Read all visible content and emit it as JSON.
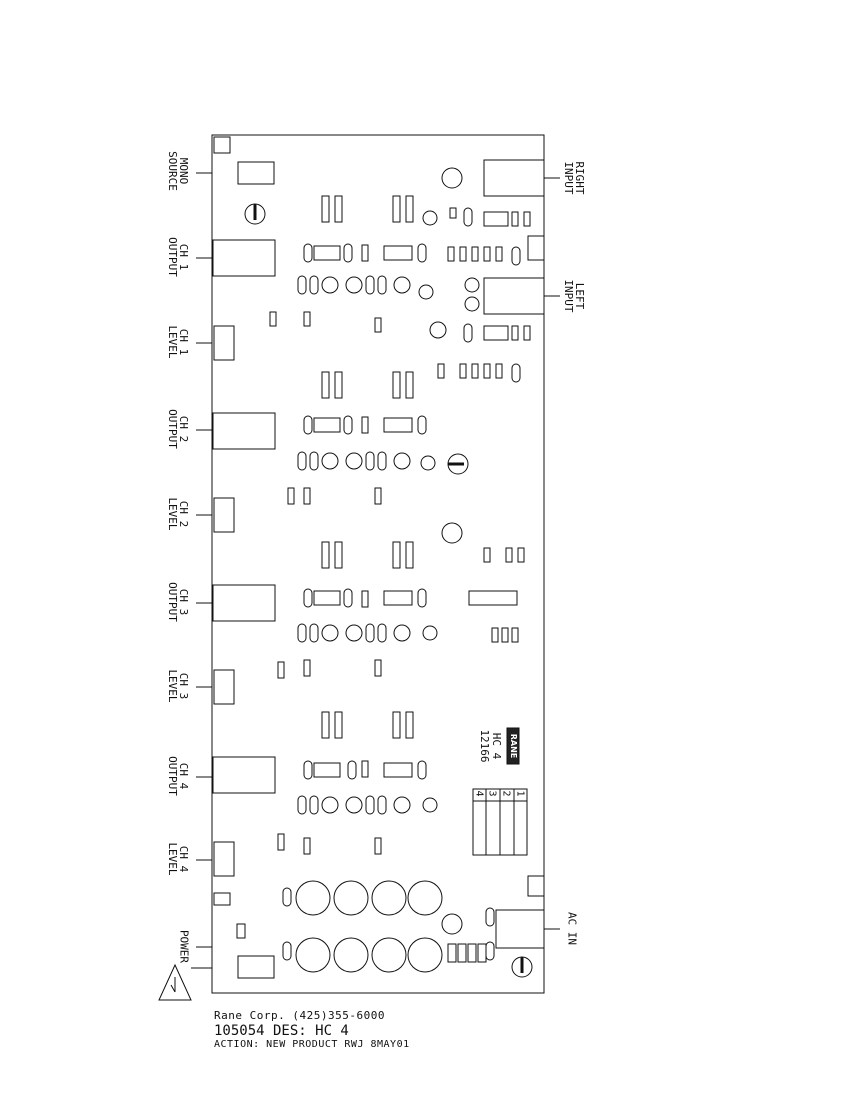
{
  "connectors_left": [
    {
      "id": "mono-source",
      "lines": [
        "MONO",
        "SOURCE"
      ]
    },
    {
      "id": "ch1-output",
      "lines": [
        "CH 1",
        "OUTPUT"
      ]
    },
    {
      "id": "ch1-level",
      "lines": [
        "CH 1",
        "LEVEL"
      ]
    },
    {
      "id": "ch2-output",
      "lines": [
        "CH 2",
        "OUTPUT"
      ]
    },
    {
      "id": "ch2-level",
      "lines": [
        "CH 2",
        "LEVEL"
      ]
    },
    {
      "id": "ch3-output",
      "lines": [
        "CH 3",
        "OUTPUT"
      ]
    },
    {
      "id": "ch3-level",
      "lines": [
        "CH 3",
        "LEVEL"
      ]
    },
    {
      "id": "ch4-output",
      "lines": [
        "CH 4",
        "OUTPUT"
      ]
    },
    {
      "id": "ch4-level",
      "lines": [
        "CH 4",
        "LEVEL"
      ]
    },
    {
      "id": "power",
      "lines": [
        "POWER"
      ]
    }
  ],
  "connectors_right": [
    {
      "id": "right-input",
      "lines": [
        "RIGHT",
        "INPUT"
      ]
    },
    {
      "id": "left-input",
      "lines": [
        "LEFT",
        "INPUT"
      ]
    },
    {
      "id": "ac-in",
      "lines": [
        "AC IN"
      ]
    }
  ],
  "board_mark": {
    "title": "HC 4",
    "code": "12166",
    "logo": "RANE"
  },
  "switch_numbers": [
    "1",
    "2",
    "3",
    "4"
  ],
  "footer": {
    "company": "Rane Corp.   (425)355-6000",
    "drawing": "105054 DES: HC 4",
    "action": "ACTION: NEW PRODUCT RWJ 8MAY01"
  }
}
